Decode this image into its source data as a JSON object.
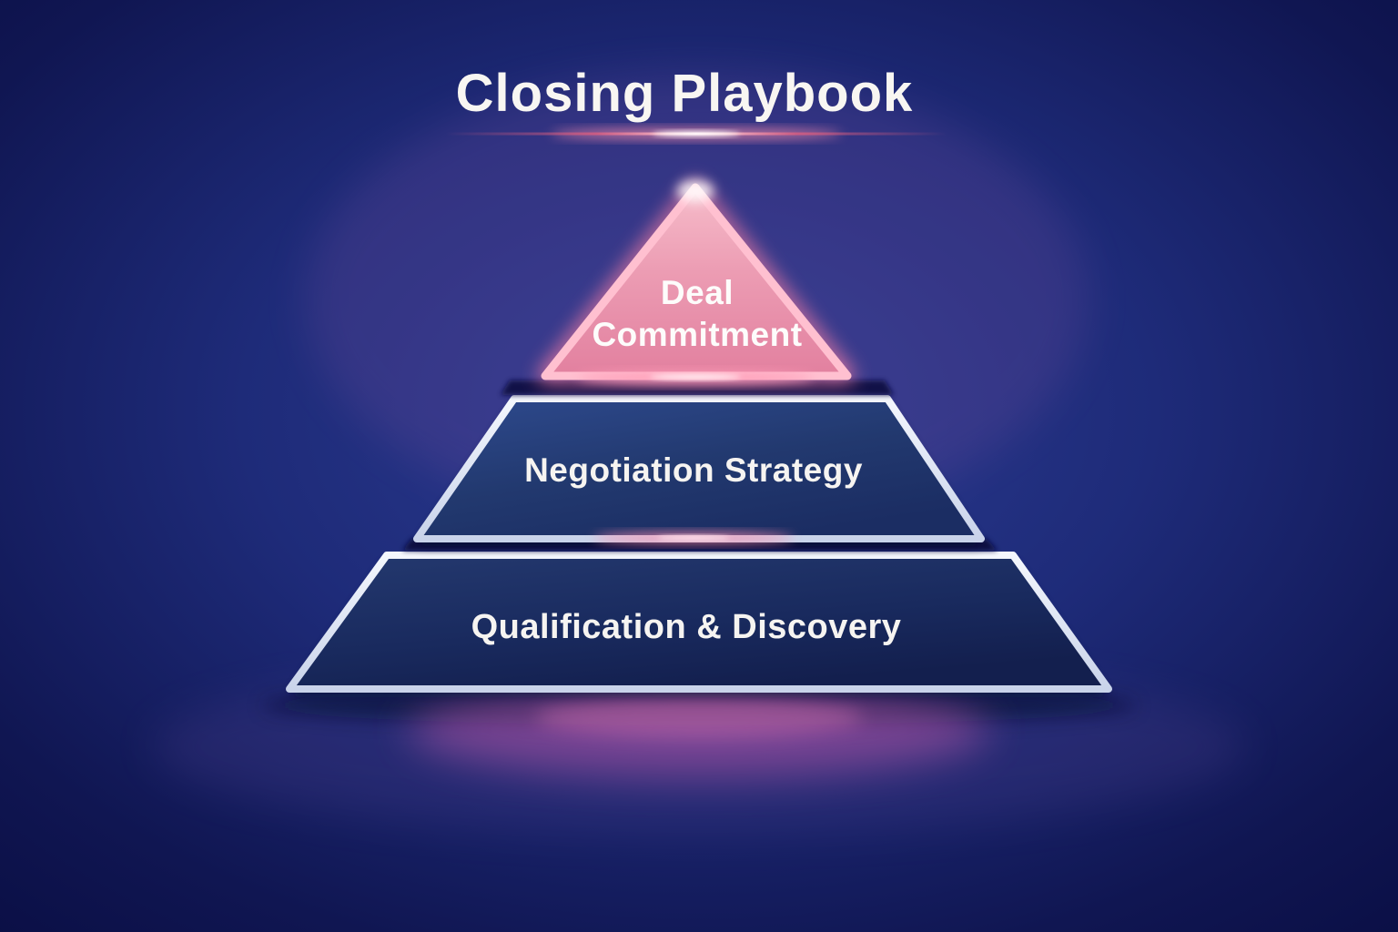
{
  "title": "Closing Playbook",
  "pyramid": {
    "type": "pyramid-diagram",
    "levels": [
      {
        "id": "deal-commitment",
        "label": "Deal Commitment",
        "line1": "Deal",
        "line2": "Commitment",
        "shape": "triangle",
        "position": "top",
        "fill": "#e8849f",
        "border": "#ffb9cb",
        "glow": "#ff7fa5"
      },
      {
        "id": "negotiation-strategy",
        "label": "Negotiation Strategy",
        "shape": "trapezoid",
        "position": "middle",
        "fill": "#24407e",
        "border": "#e8edf8"
      },
      {
        "id": "qualification-discovery",
        "label": "Qualification & Discovery",
        "shape": "trapezoid",
        "position": "bottom",
        "fill": "#1a2a63",
        "border": "#e8edf8"
      }
    ]
  },
  "colors": {
    "background_center": "#2c3c92",
    "background_edge": "#0a0e44",
    "accent_glow_pink": "#ff7fa5",
    "ground_glow_magenta": "#d55fb0",
    "text": "#f8f6f2",
    "border_silver": "#e8edf8"
  }
}
